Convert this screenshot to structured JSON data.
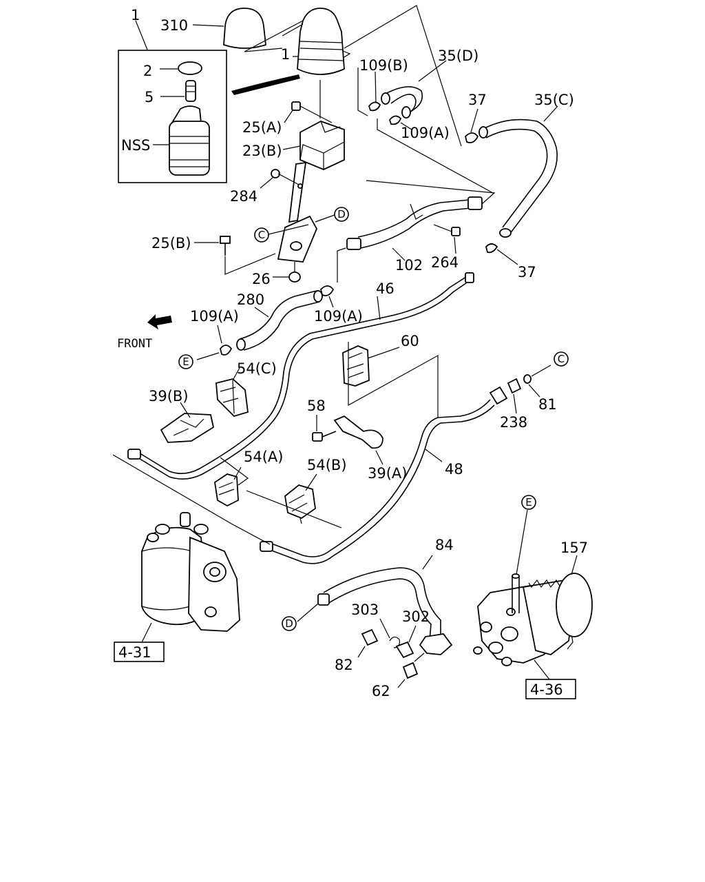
{
  "front_label": "FRONT",
  "labels": [
    {
      "id": "1-kit",
      "text": "1"
    },
    {
      "id": "310",
      "text": "310"
    },
    {
      "id": "1-tank",
      "text": "1"
    },
    {
      "id": "2",
      "text": "2"
    },
    {
      "id": "5",
      "text": "5"
    },
    {
      "id": "nss",
      "text": "NSS"
    },
    {
      "id": "109b",
      "text": "109(B)"
    },
    {
      "id": "35d",
      "text": "35(D)"
    },
    {
      "id": "37-top",
      "text": "37"
    },
    {
      "id": "35c",
      "text": "35(C)"
    },
    {
      "id": "25a",
      "text": "25(A)"
    },
    {
      "id": "109a-top",
      "text": "109(A)"
    },
    {
      "id": "23b",
      "text": "23(B)"
    },
    {
      "id": "284",
      "text": "284"
    },
    {
      "id": "25b",
      "text": "25(B)"
    },
    {
      "id": "264",
      "text": "264"
    },
    {
      "id": "102",
      "text": "102"
    },
    {
      "id": "37-mid",
      "text": "37"
    },
    {
      "id": "26",
      "text": "26"
    },
    {
      "id": "280",
      "text": "280"
    },
    {
      "id": "46",
      "text": "46"
    },
    {
      "id": "109a-left",
      "text": "109(A)"
    },
    {
      "id": "109a-mid",
      "text": "109(A)"
    },
    {
      "id": "60",
      "text": "60"
    },
    {
      "id": "54c",
      "text": "54(C)"
    },
    {
      "id": "39b",
      "text": "39(B)"
    },
    {
      "id": "58",
      "text": "58"
    },
    {
      "id": "238",
      "text": "238"
    },
    {
      "id": "81",
      "text": "81"
    },
    {
      "id": "54a",
      "text": "54(A)"
    },
    {
      "id": "54b",
      "text": "54(B)"
    },
    {
      "id": "39a",
      "text": "39(A)"
    },
    {
      "id": "48",
      "text": "48"
    },
    {
      "id": "84",
      "text": "84"
    },
    {
      "id": "157",
      "text": "157"
    },
    {
      "id": "303",
      "text": "303"
    },
    {
      "id": "302",
      "text": "302"
    },
    {
      "id": "82",
      "text": "82"
    },
    {
      "id": "62",
      "text": "62"
    }
  ],
  "connectors": [
    {
      "id": "c-upper",
      "text": "C"
    },
    {
      "id": "d-upper",
      "text": "D"
    },
    {
      "id": "e-left",
      "text": "E"
    },
    {
      "id": "c-right",
      "text": "C"
    },
    {
      "id": "e-pump",
      "text": "E"
    },
    {
      "id": "d-lower",
      "text": "D"
    }
  ],
  "references": [
    {
      "id": "ref-431",
      "text": "4-31"
    },
    {
      "id": "ref-436",
      "text": "4-36"
    }
  ]
}
